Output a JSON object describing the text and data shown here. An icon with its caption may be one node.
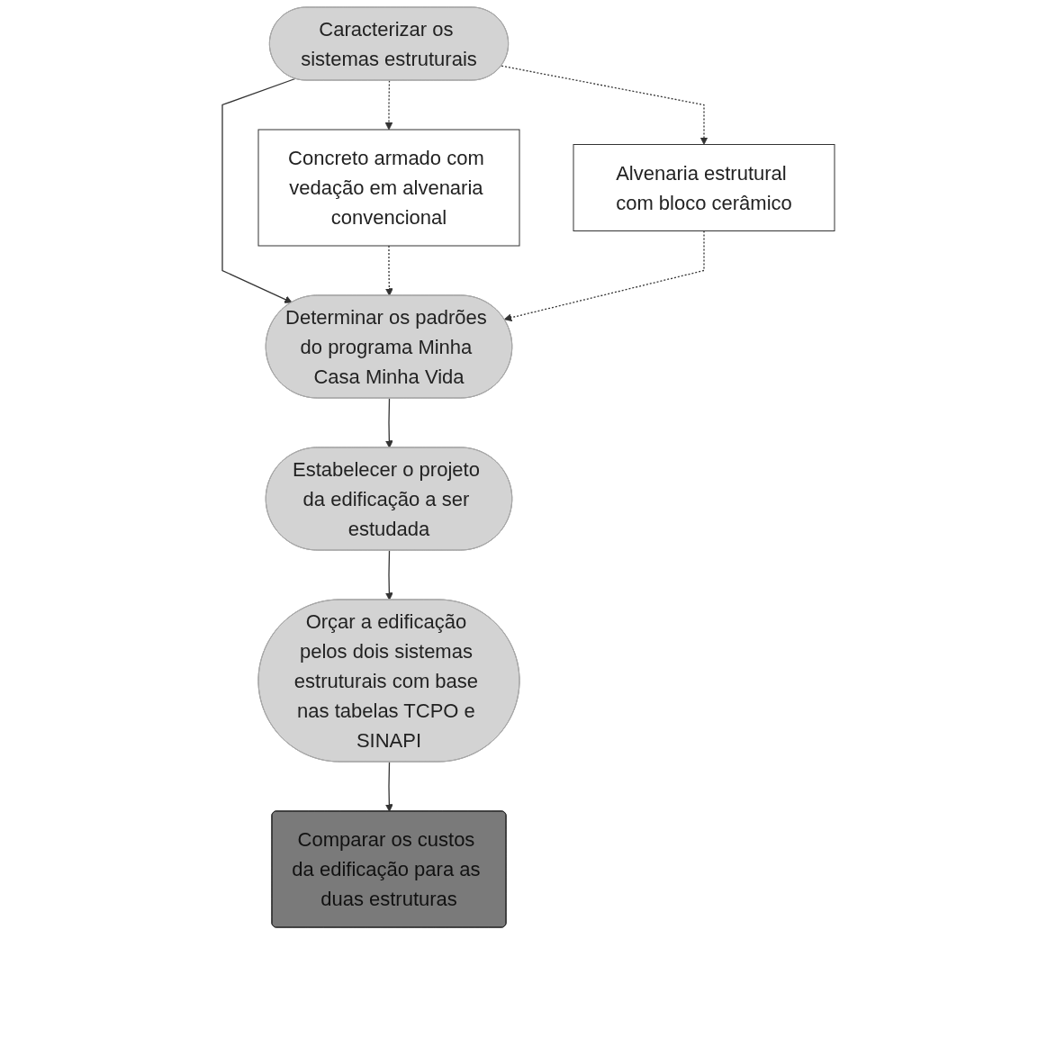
{
  "diagram": {
    "nodes": [
      {
        "text": [
          "Caracterizar os sistemas estruturais"
        ]
      },
      {
        "text": [
          "Concreto armado com vedação em alvenaria convencional"
        ]
      },
      {
        "text": [
          "Alvenaria estrutural com bloco cerâmico"
        ]
      },
      {
        "text": [
          "Determinar os padrões do programa Minha Casa Minha Vida"
        ]
      },
      {
        "text": [
          "Estabelecer o projeto da edificação a ser estudada"
        ]
      },
      {
        "text": [
          "Orçar a edificação pelos dois sistemas estruturais com base nas tabelas TCPO e SINAPI"
        ]
      },
      {
        "text": [
          "Comparar os custos da edificação para as duas estruturas"
        ]
      }
    ],
    "edges": [
      {
        "from": 0,
        "to": 1,
        "arrow": "to",
        "style": "dashed"
      },
      {
        "from": 0,
        "to": 2,
        "arrow": "to",
        "style": "dashed"
      },
      {
        "from": 0,
        "to": 3,
        "arrow": "to"
      },
      {
        "from": 1,
        "to": 3,
        "arrow": "to",
        "style": "dashed"
      },
      {
        "from": 2,
        "to": 3,
        "arrow": "to",
        "style": "dashed"
      },
      {
        "from": 3,
        "to": 4,
        "arrow": "to"
      },
      {
        "from": 4,
        "to": 5,
        "arrow": "to"
      },
      {
        "from": 5,
        "to": 6,
        "arrow": "to"
      }
    ]
  }
}
